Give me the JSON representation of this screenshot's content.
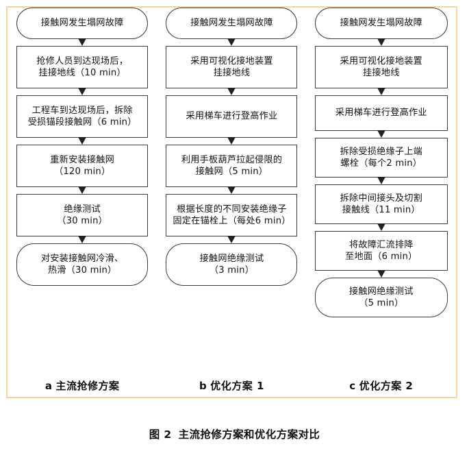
{
  "figure": {
    "caption_number": "图 2",
    "caption_title": "主流抢修方案和优化方案对比",
    "frame_color": "#f6d7a3",
    "node_border_color": "#3a3a3a",
    "arrow_color": "#8a8a8a"
  },
  "columns": [
    {
      "id": "scheme-a",
      "label_letter": "a",
      "label_text": "主流抢修方案",
      "nodes": [
        {
          "shape": "terminator",
          "text": "接触网发生塌网故障",
          "height": 46
        },
        {
          "shape": "process",
          "text": "抢修人员到达现场后，\n挂接地线（10 min）",
          "height": 62
        },
        {
          "shape": "process",
          "text": "工程车到达现场后，拆除\n受损锚段接触网（6 min）",
          "height": 62
        },
        {
          "shape": "process",
          "text": "重新安装接触网\n（120 min）",
          "height": 62
        },
        {
          "shape": "process",
          "text": "绝缘测试\n（30 min）",
          "height": 62
        },
        {
          "shape": "terminator",
          "text": "对安装接触网冷滑、\n热滑（30 min）",
          "height": 62
        }
      ]
    },
    {
      "id": "scheme-b",
      "label_letter": "b",
      "label_text": "优化方案 1",
      "nodes": [
        {
          "shape": "terminator",
          "text": "接触网发生塌网故障",
          "height": 46
        },
        {
          "shape": "process",
          "text": "采用可视化接地装置\n挂接地线",
          "height": 62
        },
        {
          "shape": "process",
          "text": "采用梯车进行登高作业",
          "height": 62
        },
        {
          "shape": "process",
          "text": "利用手板葫芦拉起侵限的\n接触网（5 min）",
          "height": 62
        },
        {
          "shape": "process",
          "text": "根据长度的不同安装绝缘子\n固定在锚栓上（每处6 min）",
          "height": 62
        },
        {
          "shape": "terminator",
          "text": "接触网绝缘测试\n（3 min）",
          "height": 62
        }
      ]
    },
    {
      "id": "scheme-c",
      "label_letter": "c",
      "label_text": "优化方案 2",
      "nodes": [
        {
          "shape": "terminator",
          "text": "接触网发生塌网故障",
          "height": 46
        },
        {
          "shape": "process",
          "text": "采用可视化接地装置\n挂接地线",
          "height": 62
        },
        {
          "shape": "process",
          "text": "采用梯车进行登高作业",
          "height": 52
        },
        {
          "shape": "process",
          "text": "拆除受损绝缘子上端\n螺栓（每个2 min）",
          "height": 58
        },
        {
          "shape": "process",
          "text": "拆除中间接头及切割\n接触线（11 min）",
          "height": 58
        },
        {
          "shape": "process",
          "text": "将故障汇流排降\n至地面（6 min）",
          "height": 58
        },
        {
          "shape": "terminator",
          "text": "接触网绝缘测试\n（5 min）",
          "height": 58
        }
      ]
    }
  ]
}
